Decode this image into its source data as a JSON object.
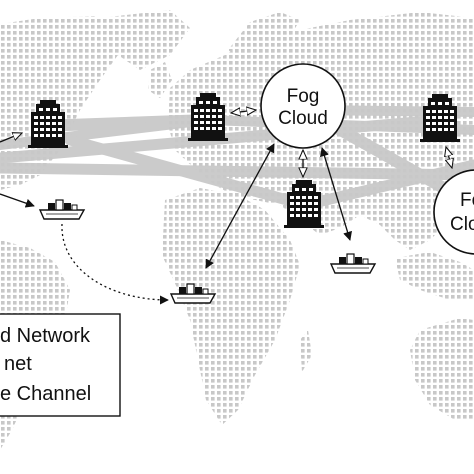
{
  "nodes": {
    "fog_cloud_center": {
      "line1": "Fog",
      "line2": "Cloud"
    },
    "fog_cloud_right": {
      "line1": "Fo",
      "line2": "Clo"
    }
  },
  "legend": {
    "items": [
      {
        "text": "d Network"
      },
      {
        "text": "net"
      },
      {
        "text": "e Channel"
      }
    ]
  },
  "colors": {
    "map_dots": "#c8c8c8",
    "backbone_links": "#c9c9c9",
    "arrows": "#111111",
    "background": "#ffffff"
  },
  "icons": [
    "building-icon",
    "ship-icon",
    "cloud-node-icon"
  ]
}
